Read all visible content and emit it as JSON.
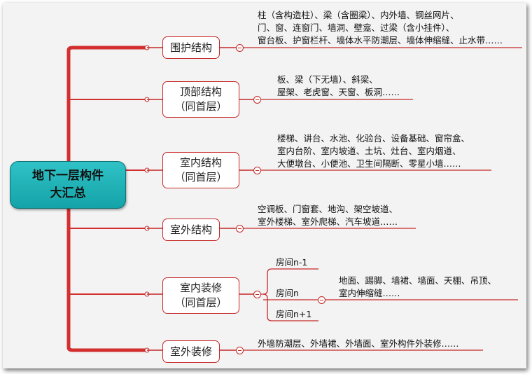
{
  "root": {
    "label": "地下一层构件\n大汇总"
  },
  "branches": [
    {
      "label": "围护结构",
      "items": "柱（含构造柱）、梁（含圈梁）、内外墙、钢丝网片、\n门、窗、连窗门、墙洞、壁龛、过梁（含小挂件）、\n窗台板、护窗栏杆、墙体水平防潮层、墙体伸缩缝、止水带……"
    },
    {
      "label": "顶部结构\n（同首层）",
      "items": "板、梁（下无墙）、斜梁、\n屋架、老虎窗、天窗、板洞……"
    },
    {
      "label": "室内结构\n（同首层）",
      "items": "楼梯、讲台、水池、化验台、设备基础、窗帘盒、\n室内台阶、室内坡道、土坑、灶台、室内烟道、\n大便墩台、小便池、卫生间隔断、零星小墙……"
    },
    {
      "label": "室外结构",
      "items": "空调板、门窗套、地沟、架空坡道、\n室外楼梯、室外爬梯、汽车坡道……"
    },
    {
      "label": "室内装修\n（同首层）",
      "rooms": [
        "房间n-1",
        "房间n",
        "房间n+1"
      ],
      "items": "地面、踢脚、墙裙、墙面、天棚、吊顶、\n室内伸缩缝……"
    },
    {
      "label": "室外装修",
      "items": "外墙防潮层、外墙裙、外墙面、室外构件外装修……"
    }
  ],
  "colors": {
    "accent": "#c62828",
    "root_fill": "#1fb2b7",
    "background": "#f3f3f3"
  }
}
